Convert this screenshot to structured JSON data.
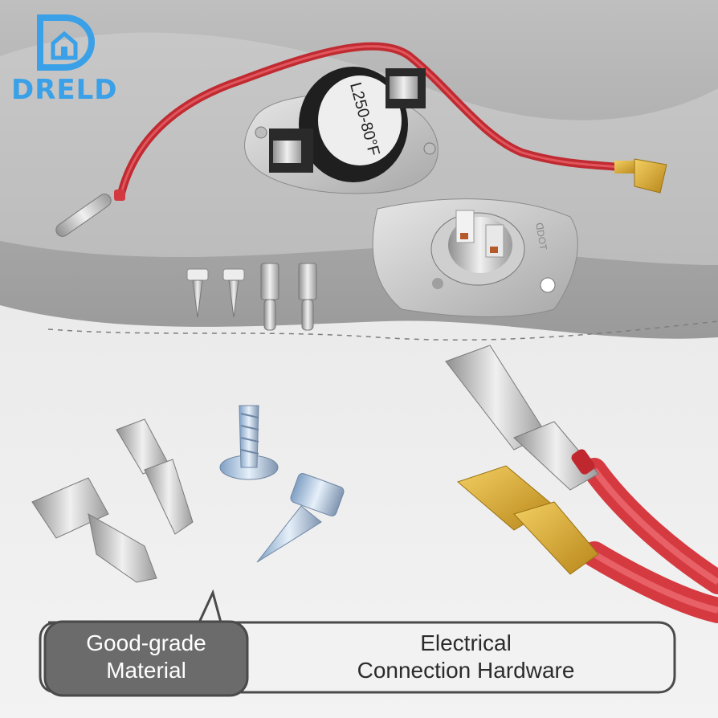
{
  "brand": {
    "name": "DRELD",
    "color": "#3aa0e8",
    "logo_icon": "house-d-logo-icon"
  },
  "thermostat": {
    "label": "L250-80°F",
    "cutoff_side_label": "ᗡDOT"
  },
  "callout": {
    "left_line1": "Good-grade",
    "left_line2": "Material",
    "right_line1": "Electrical",
    "right_line2": "Connection Hardware"
  },
  "colors": {
    "wire_red": "#e0353d",
    "callout_dark": "#6b6b6b",
    "callout_light": "#f2f2f2",
    "brass": "#d9a62e",
    "metal": "#c9c9c9"
  }
}
